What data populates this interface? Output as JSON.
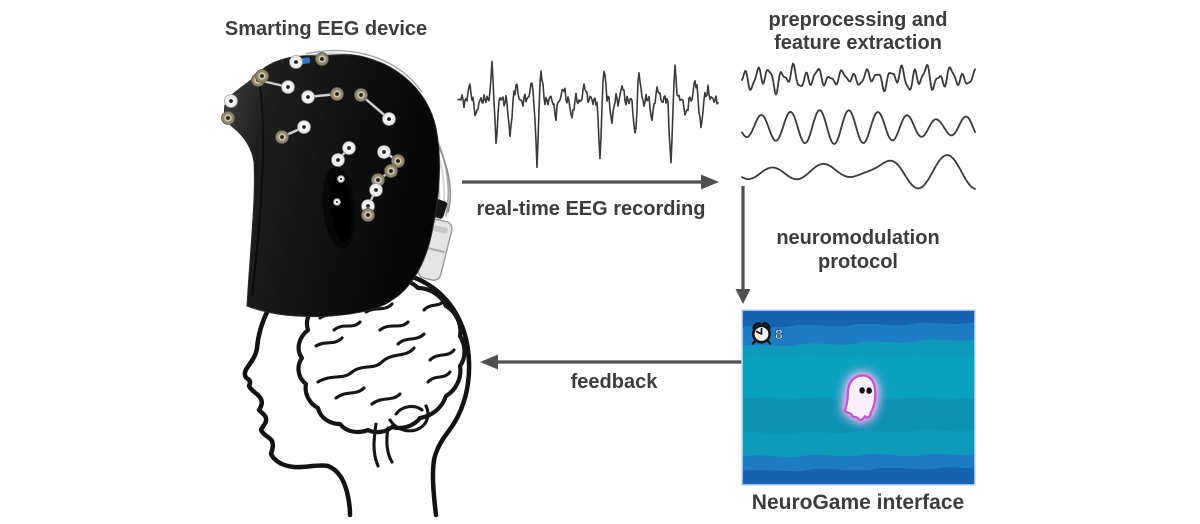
{
  "diagram": {
    "device_label": "Smarting EEG device",
    "recording_arrow_label": "real-time EEG recording",
    "preprocessing_label": {
      "line1": "preprocessing and",
      "line2": "feature extraction"
    },
    "neuromodulation_label": {
      "line1": "neuromodulation",
      "line2": "protocol"
    },
    "feedback_arrow_label": "feedback",
    "game_caption": "NeuroGame interface"
  },
  "neurogame": {
    "timer_value": "8",
    "icons": {
      "timer": "alarm-clock-icon",
      "player": "ghost-character"
    },
    "colors": {
      "water_base": "#0d9abc",
      "water_light": "#0aa2c0",
      "water_shade": "#0c92b4",
      "water_blue": "#1e7cc4",
      "water_dark": "#1563b2",
      "frame_border": "#c8dcec",
      "ghost_body": "#f9eefb",
      "ghost_outline": "#c654cc",
      "ghost_glow": "#f3a6ef",
      "timer_text": "#e8f2fa"
    }
  },
  "style": {
    "background": "#ffffff",
    "label_color": "#3c3c3c",
    "arrow_color": "#4f4f4f",
    "wave_color": "#3a3a3a",
    "electrode_tan": "#8e8772",
    "electrode_white": "#ececec"
  }
}
